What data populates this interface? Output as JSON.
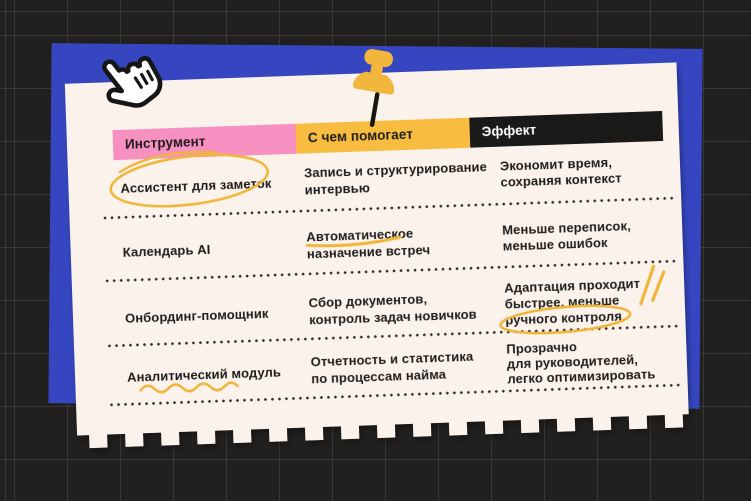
{
  "meta": {
    "description": "Infographic table pinned like a paper note about AI recruiting tools",
    "language": "ru"
  },
  "colors": {
    "background": "#21201e",
    "grid_line": "#3a3a37",
    "blue_panel": "#3546c0",
    "paper": "#fbf2ec",
    "header_pink": "#f690c1",
    "header_yellow": "#f7bc40",
    "header_black": "#191918",
    "text": "#1e1d1b",
    "annotation_yellow": "#efb63a"
  },
  "decorations": {
    "cursor_icon": "hand-pointer-cursor",
    "pin_icon": "yellow-pushpin",
    "paper_edge": "torn square teeth bottom edge",
    "annotations": [
      "hand-drawn ellipse around row 1 tool name",
      "underline below word 'Автоматическое' in row 2",
      "ellipse around 'ручного контроля' with double slashes in row 3",
      "wavy underline below row 4 tool name"
    ]
  },
  "table": {
    "headers": [
      {
        "label": "Инструмент"
      },
      {
        "label": "С чем помогает"
      },
      {
        "label": "Эффект"
      }
    ],
    "rows": [
      {
        "tool": "Ассистент для заметок",
        "helps": "Запись и структурирование интервью",
        "effect": "Экономит время, сохраняя контекст",
        "helps_lines": [
          "Запись и структурирование",
          "интервью"
        ],
        "effect_lines": [
          "Экономит время,",
          "сохраняя контекст"
        ]
      },
      {
        "tool": "Календарь AI",
        "helps": "Автоматическое назначение встреч",
        "effect": "Меньше переписок, меньше ошибок",
        "helps_lines": [
          "Автоматическое",
          "назначение встреч"
        ],
        "effect_lines": [
          "Меньше переписок,",
          "меньше ошибок"
        ]
      },
      {
        "tool": "Онбординг-помощник",
        "helps": "Сбор документов, контроль задач новичков",
        "effect": "Адаптация проходит быстрее, меньше ручного контроля",
        "helps_lines": [
          "Сбор документов,",
          "контроль задач новичков"
        ],
        "effect_lines": [
          "Адаптация проходит",
          "быстрее, меньше",
          "ручного контроля"
        ]
      },
      {
        "tool": "Аналитический модуль",
        "helps": "Отчетность и статистика по процессам найма",
        "effect": "Прозрачно для руководителей, легко оптимизировать",
        "helps_lines": [
          "Отчетность и статистика",
          "по процессам найма"
        ],
        "effect_lines": [
          "Прозрачно",
          "для руководителей,",
          "легко оптимизировать"
        ]
      }
    ]
  }
}
